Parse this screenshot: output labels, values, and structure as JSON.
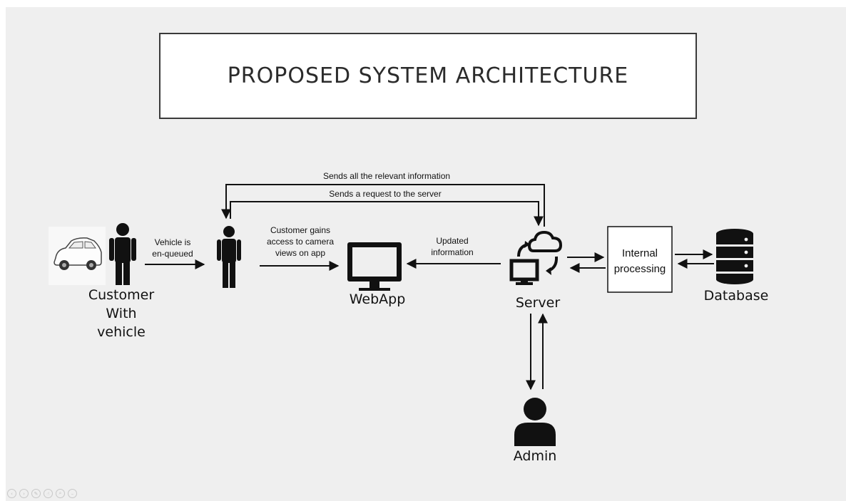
{
  "title": "PROPOSED SYSTEM ARCHITECTURE",
  "nodes": {
    "customer": [
      "Customer",
      "With",
      "vehicle"
    ],
    "webapp": "WebApp",
    "server": "Server",
    "database": "Database",
    "admin": "Admin",
    "internal_processing": [
      "Internal",
      "processing"
    ]
  },
  "edges": {
    "vehicle_enqueued": [
      "Vehicle is",
      "en-queued"
    ],
    "customer_access": [
      "Customer gains",
      "access to camera",
      "views on app"
    ],
    "updated_info": [
      "Updated",
      "information"
    ],
    "sends_all": "Sends all the relevant information",
    "sends_request": "Sends a request to the server"
  },
  "player_controls": [
    "previous-icon",
    "next-icon",
    "pen-icon",
    "pointer-icon",
    "zoom-icon",
    "menu-icon"
  ],
  "colors": {
    "slide_bg": "#efefef",
    "ink": "#111111",
    "title_border": "#3a3a3a"
  }
}
